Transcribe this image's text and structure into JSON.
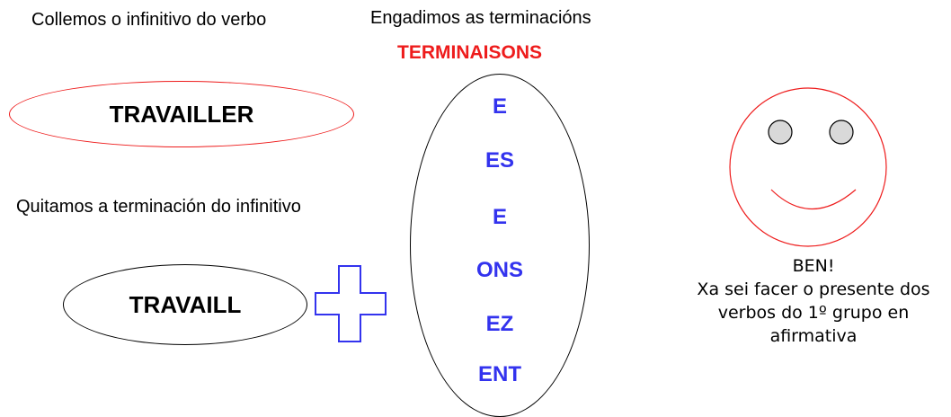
{
  "labels": {
    "step1": "Collemos o infinitivo do verbo",
    "step2": "Engadimos as terminacións",
    "step2_title": "TERMINAISONS",
    "step3": "Quitamos a terminación do infinitivo"
  },
  "infinitive": "TRAVAILLER",
  "stem": "TRAVAILL",
  "terminations": [
    "E",
    "ES",
    "E",
    "ONS",
    "EZ",
    "ENT"
  ],
  "plus_icon": "plus-icon",
  "smiley_icon": "smiley-face-icon",
  "message": {
    "line1": "BEN!",
    "line2": "Xa sei facer o presente dos",
    "line3": "verbos do 1º grupo en",
    "line4": "afirmativa"
  },
  "colors": {
    "red": "#ee1c1c",
    "blue": "#3333ee",
    "black": "#000000",
    "eye_fill": "#d9d9d9"
  }
}
